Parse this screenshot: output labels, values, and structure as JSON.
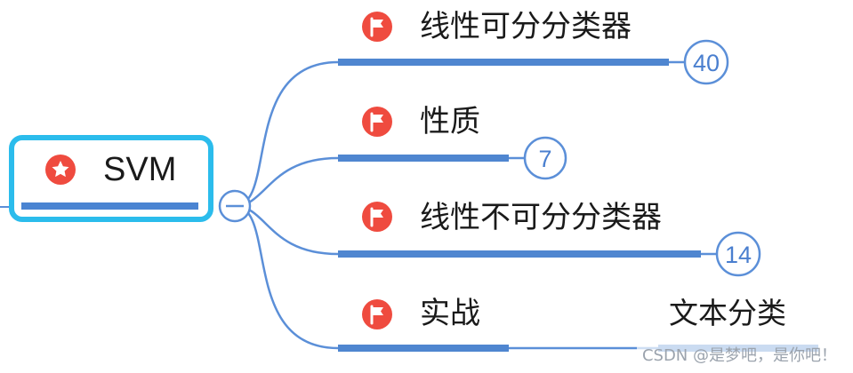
{
  "mindmap": {
    "root": {
      "label": "SVM",
      "icon": "star-icon",
      "colors": {
        "border": "#2bbcec",
        "underline": "#4a84d2",
        "icon": "#ef4b3f"
      }
    },
    "collapse_toggle": {
      "symbol": "minus-icon"
    },
    "branches": [
      {
        "label": "线性可分分类器",
        "icon": "flag-icon",
        "count": "40"
      },
      {
        "label": "性质",
        "icon": "flag-icon",
        "count": "7"
      },
      {
        "label": "线性不可分分类器",
        "icon": "flag-icon",
        "count": "14"
      },
      {
        "label": "实战",
        "icon": "flag-icon",
        "child_label": "文本分类"
      }
    ],
    "colors": {
      "line": "#5b8fd8",
      "bar": "#4f86d0",
      "flag_icon": "#ef4b3f",
      "count_text": "#4a7fcf"
    }
  },
  "watermark": {
    "text": "CSDN @是梦吧，是你吧！"
  }
}
